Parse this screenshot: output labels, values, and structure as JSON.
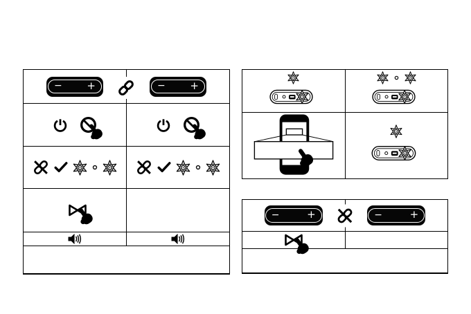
{
  "colors": {
    "background": "#ffffff",
    "ink": "#000000",
    "button_fill": "#060606",
    "button_text": "#ffffff"
  },
  "volume_button": {
    "minus": "−",
    "plus": "+"
  },
  "icons": {
    "link-icon": "chain link (devices paired)",
    "unlink-icon": "chain link crossed out (devices unpaired)",
    "power-icon": "power symbol",
    "press-hold-icon": "circle with diagonal slash",
    "tap-hand-icon": "black hand tapping with index finger",
    "check-icon": "bold checkmark",
    "led-flash-icon": "six-point starburst (LED flashing)",
    "led-off-dot-icon": "small hollow circle (LED pause)",
    "speaker-icon": "speaker with three sound waves",
    "next-track-icon": "bow-tie double-triangle gesture mark",
    "phone-icon": "smartphone with enlarged notification banner callout",
    "device-icon": "pill-shaped speaker body with slot, button dot, charging port and flashing LED"
  },
  "tables": {
    "pairing": {
      "rows": [
        {
          "divider_icon": "link-icon",
          "cells": [
            [
              "volume-pill-button"
            ],
            [
              "volume-pill-button"
            ]
          ]
        },
        {
          "cells": [
            [
              "power-icon",
              "press-hold-icon",
              "tap-hand-icon"
            ],
            [
              "power-icon",
              "press-hold-icon",
              "tap-hand-icon"
            ]
          ]
        },
        {
          "cells": [
            [
              "unlink-icon",
              "check-icon",
              "led-flash-icon",
              "led-off-dot-icon",
              "led-flash-icon"
            ],
            [
              "unlink-icon",
              "check-icon",
              "led-flash-icon",
              "led-off-dot-icon",
              "led-flash-icon"
            ]
          ]
        },
        {
          "cells": [
            [
              "next-track-icon",
              "tap-hand-icon"
            ],
            []
          ]
        },
        {
          "cells": [
            [
              "speaker-icon"
            ],
            [
              "speaker-icon"
            ]
          ]
        }
      ]
    },
    "led_status": {
      "rows": [
        {
          "cells": [
            [
              "led-flash-icon",
              "device-icon"
            ],
            [
              "led-flash-icon",
              "led-off-dot-icon",
              "led-flash-icon",
              "device-icon"
            ]
          ]
        },
        {
          "cells": [
            [
              "phone-icon",
              "tap-hand-icon"
            ],
            [
              "led-flash-icon",
              "device-icon"
            ]
          ]
        }
      ]
    },
    "unpairing": {
      "rows": [
        {
          "divider_icon": "unlink-icon",
          "cells": [
            [
              "volume-pill-button"
            ],
            [
              "volume-pill-button"
            ]
          ]
        },
        {
          "cells": [
            [
              "next-track-icon",
              "tap-hand-icon"
            ],
            []
          ]
        }
      ]
    }
  }
}
